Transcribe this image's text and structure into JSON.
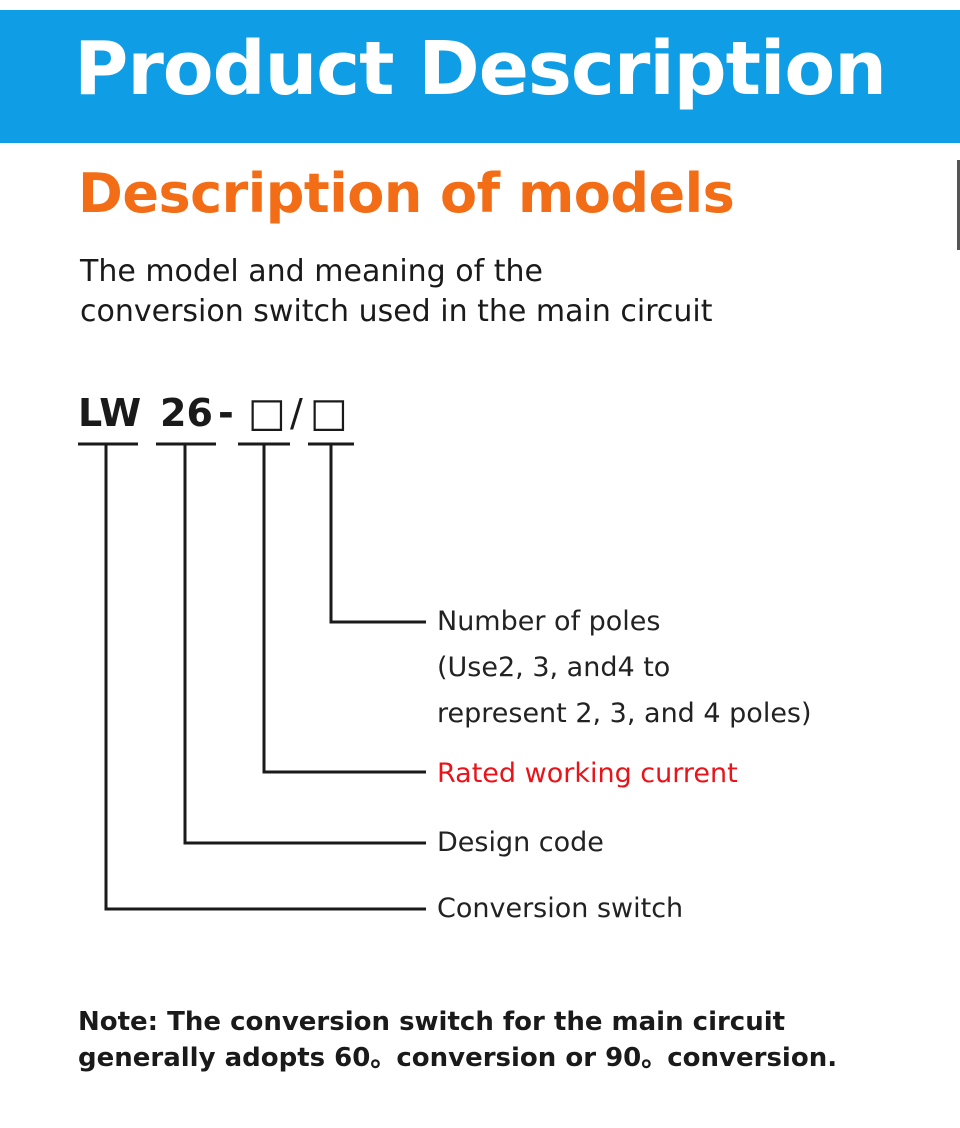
{
  "banner": {
    "title": "Product Description"
  },
  "section": {
    "title": "Description of models",
    "subtitle_line1": "The model and meaning of the",
    "subtitle_line2": "conversion switch used in the main circuit"
  },
  "model_code": {
    "prefix": "LW",
    "design_code": "26",
    "dash": "-",
    "slot1": "□",
    "slash": "/",
    "slot2": "□"
  },
  "legend": {
    "poles_line1": "Number of poles",
    "poles_line2": "(Use2, 3, and4 to",
    "poles_line3": "represent 2, 3, and 4 poles)",
    "rated_current": "Rated working current",
    "design_code": "Design code",
    "conversion_switch": "Conversion switch"
  },
  "note": {
    "line1": "Note: The conversion switch for the main circuit",
    "line2": "generally adopts 60。conversion or 90。conversion."
  },
  "colors": {
    "banner": "#0f9ee6",
    "section_title": "#f26d16",
    "highlight": "#e8141a",
    "text": "#1a1a1a"
  }
}
